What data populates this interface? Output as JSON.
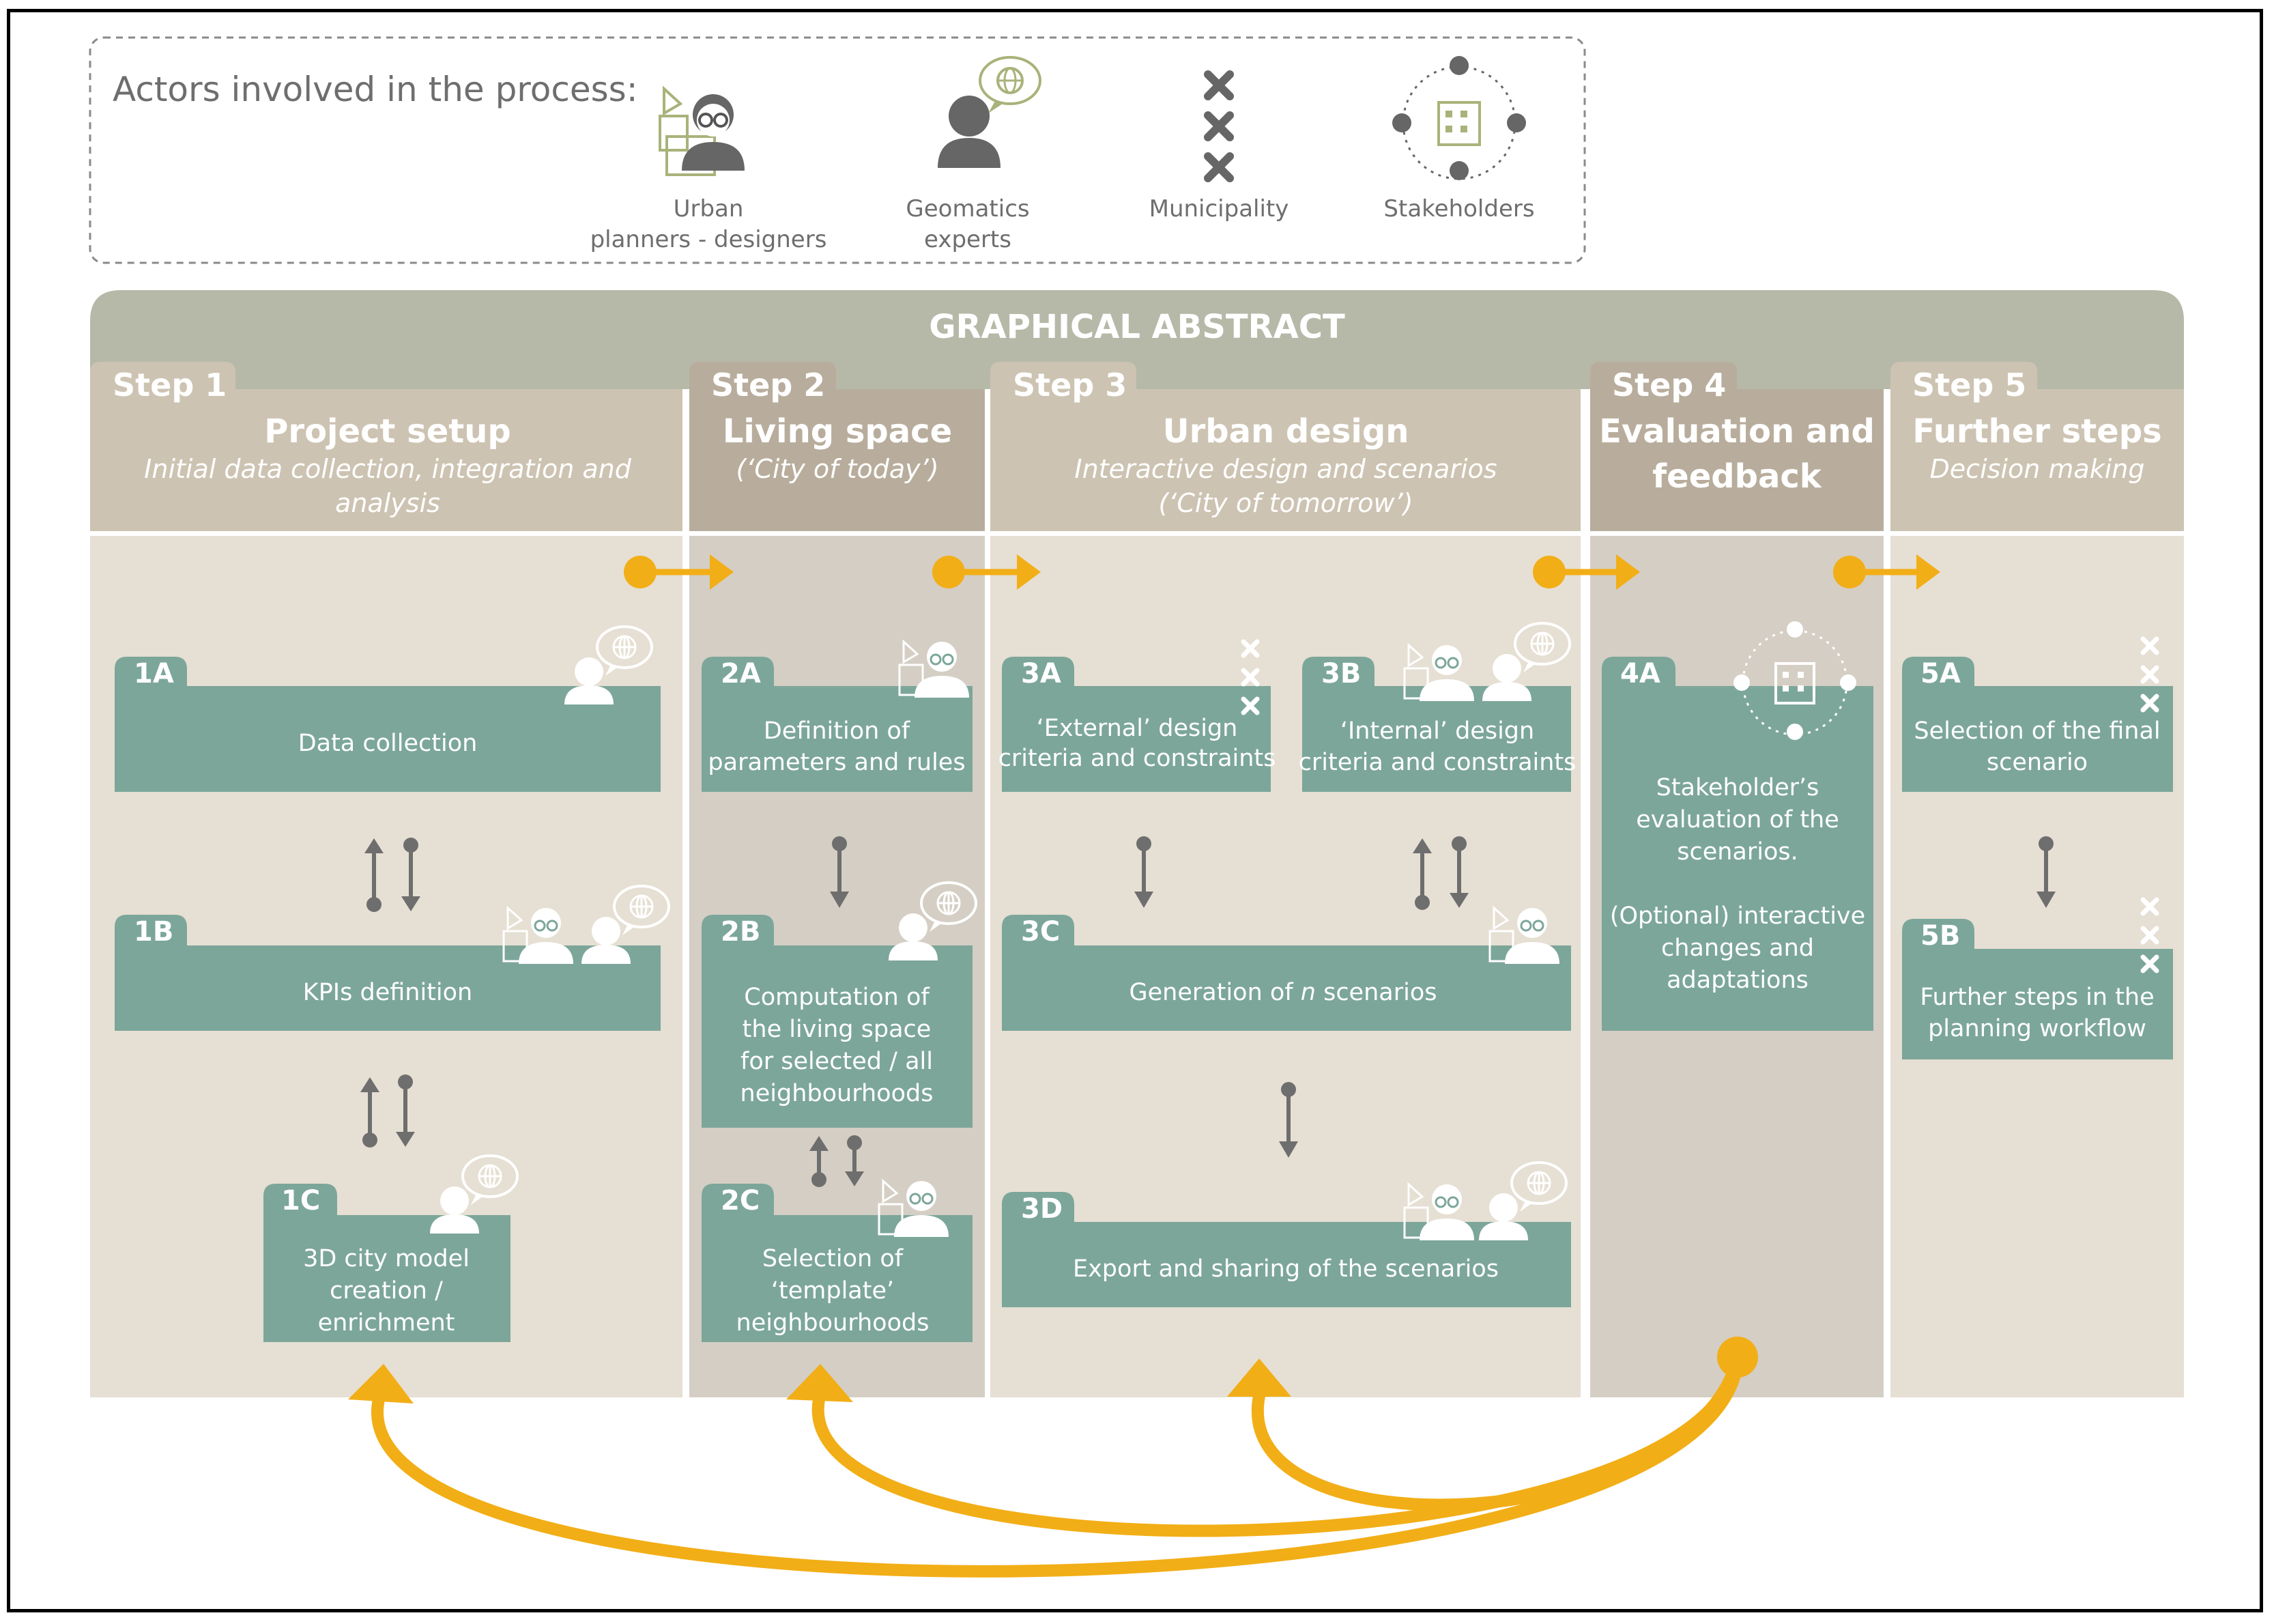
{
  "actors": {
    "title": "Actors involved in the process:",
    "items": [
      {
        "line1": "Urban",
        "line2": "planners - designers",
        "icon": "urban-planner-icon"
      },
      {
        "line1": "Geomatics",
        "line2": "experts",
        "icon": "geomatics-expert-icon"
      },
      {
        "line1": "Municipality",
        "line2": "",
        "icon": "municipality-icon"
      },
      {
        "line1": "Stakeholders",
        "line2": "",
        "icon": "stakeholders-icon"
      }
    ]
  },
  "abstract_title": "GRAPHICAL ABSTRACT",
  "steps": [
    {
      "tag": "Step 1",
      "title": "Project setup",
      "title2": "",
      "sub1": "Initial data collection, integration and",
      "sub2": "analysis"
    },
    {
      "tag": "Step 2",
      "title": "Living space",
      "title2": "",
      "sub1": "(‘City of today’)",
      "sub2": ""
    },
    {
      "tag": "Step 3",
      "title": "Urban design",
      "title2": "",
      "sub1": "Interactive design and scenarios",
      "sub2": "(‘City of tomorrow’)"
    },
    {
      "tag": "Step 4",
      "title": "Evaluation and",
      "title2": "feedback",
      "sub1": "",
      "sub2": ""
    },
    {
      "tag": "Step 5",
      "title": "Further steps",
      "title2": "",
      "sub1": "Decision making",
      "sub2": ""
    }
  ],
  "boxes": {
    "b1A": {
      "id": "1A",
      "lines": [
        "Data collection"
      ]
    },
    "b1B": {
      "id": "1B",
      "lines": [
        "KPIs definition"
      ]
    },
    "b1C": {
      "id": "1C",
      "lines": [
        "3D city model",
        "creation /",
        "enrichment"
      ]
    },
    "b2A": {
      "id": "2A",
      "lines": [
        "Definition of",
        "parameters and rules"
      ]
    },
    "b2B": {
      "id": "2B",
      "lines": [
        "Computation of",
        "the living space",
        "for selected / all",
        "neighbourhoods"
      ]
    },
    "b2C": {
      "id": "2C",
      "lines": [
        "Selection of",
        "‘template’",
        "neighbourhoods"
      ]
    },
    "b3A": {
      "id": "3A",
      "lines": [
        "‘External’ design",
        "criteria and constraints"
      ]
    },
    "b3B": {
      "id": "3B",
      "lines": [
        "‘Internal’ design",
        "criteria and constraints"
      ]
    },
    "b3C": {
      "id": "3C",
      "pre": "Generation of ",
      "italic": "n",
      "post": " scenarios"
    },
    "b3D": {
      "id": "3D",
      "lines": [
        "Export and sharing of the scenarios"
      ]
    },
    "b4A": {
      "id": "4A",
      "lines": [
        "Stakeholder’s",
        "evaluation of the",
        "scenarios.",
        "",
        "(Optional) interactive",
        "changes and",
        "adaptations"
      ]
    },
    "b5A": {
      "id": "5A",
      "lines": [
        "Selection of the final",
        "scenario"
      ]
    },
    "b5B": {
      "id": "5B",
      "lines": [
        "Further steps in the",
        "planning workflow"
      ]
    }
  },
  "colors": {
    "accent": "#f2ae16",
    "box": "#7ca69a",
    "panel_light": "#e6dfd3",
    "panel_dark": "#d4cec4",
    "header_light": "#cdc3b2",
    "header_dark": "#b8ad9c",
    "banner": "#b6b9a8",
    "arrow_gray": "#6e6e6e"
  }
}
